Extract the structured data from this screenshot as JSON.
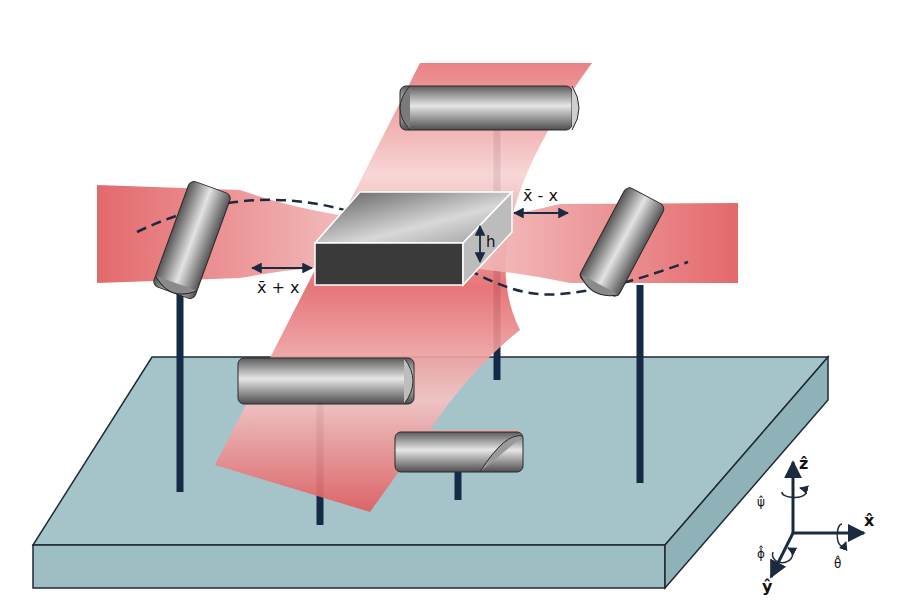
{
  "diagram": {
    "labels": [
      "x̄ - x",
      "h",
      "x̄ + x",
      "ẑ",
      "ψ̂",
      "x̂",
      "ϕ̂",
      "θ̂",
      "ŷ"
    ]
  }
}
